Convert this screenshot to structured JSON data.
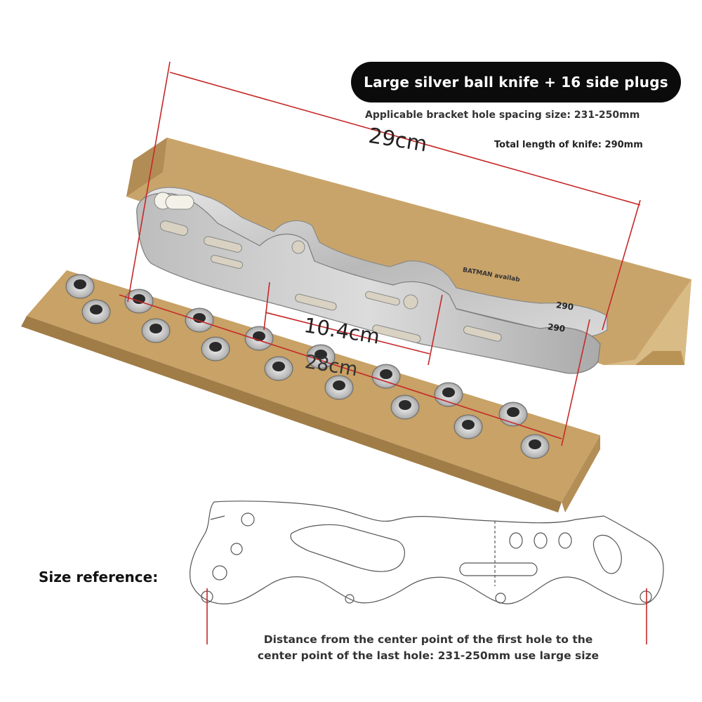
{
  "header": {
    "title": "Large silver ball knife + 16 side plugs",
    "spacing_spec": "Applicable bracket hole spacing size: 231-250mm",
    "length_spec": "Total length of knife: 290mm"
  },
  "dimensions": {
    "total": "29cm",
    "middle": "10.4cm",
    "lower": "28cm"
  },
  "blade": {
    "stamp_text": "BATMAN availab",
    "size_number_top": "290",
    "size_number_bottom": "290"
  },
  "plugs": {
    "count": 16
  },
  "reference": {
    "label": "Size reference:",
    "caption_line1": "Distance from the center point of the first hole to the",
    "caption_line2": "center point of the last hole: 231-250mm use large size"
  },
  "colors": {
    "cardboard": "#c9a46a",
    "cardboard_dark": "#a9834b",
    "steel": "#c4c4c4",
    "measure_line": "#c62828",
    "pill_bg": "#0b0b0b"
  }
}
